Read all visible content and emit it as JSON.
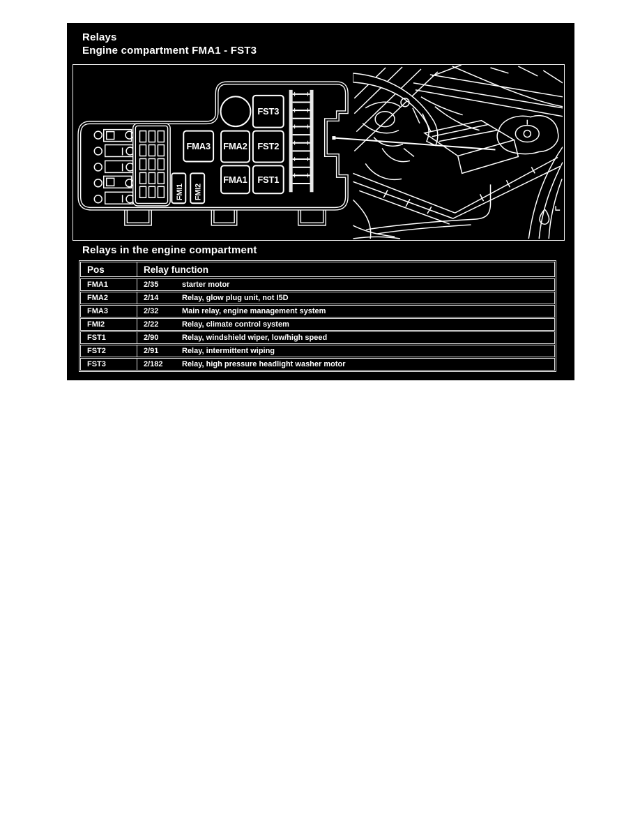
{
  "header": {
    "title_line1": "Relays",
    "title_line2": "Engine compartment FMA1 - FST3"
  },
  "diagram": {
    "labels": {
      "fst3": "FST3",
      "fma3": "FMA3",
      "fma2": "FMA2",
      "fst2": "FST2",
      "fma1": "FMA1",
      "fst1": "FST1",
      "fmi1": "FMI1",
      "fmi2": "FMI2"
    }
  },
  "section": {
    "heading": "Relays in the engine compartment"
  },
  "table": {
    "columns": [
      "Pos",
      "Relay function"
    ],
    "rows": [
      {
        "pos": "FMA1",
        "code": "2/35",
        "function": "starter motor"
      },
      {
        "pos": "FMA2",
        "code": "2/14",
        "function": "Relay, glow plug unit, not I5D"
      },
      {
        "pos": "FMA3",
        "code": "2/32",
        "function": "Main relay, engine management system"
      },
      {
        "pos": "FMI2",
        "code": "2/22",
        "function": "Relay, climate control system"
      },
      {
        "pos": "FST1",
        "code": "2/90",
        "function": "Relay, windshield wiper, low/high speed"
      },
      {
        "pos": "FST2",
        "code": "2/91",
        "function": "Relay, intermittent wiping"
      },
      {
        "pos": "FST3",
        "code": "2/182",
        "function": "Relay, high pressure headlight washer motor"
      }
    ]
  },
  "colors": {
    "page_bg": "#ffffff",
    "panel_bg": "#000000",
    "line": "#ffffff",
    "text": "#ffffff"
  }
}
